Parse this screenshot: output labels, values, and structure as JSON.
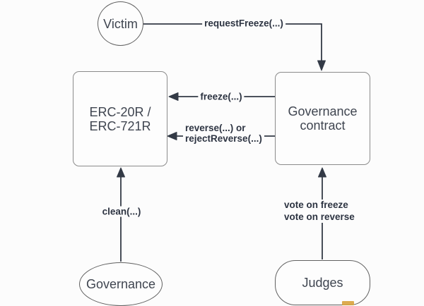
{
  "diagram": {
    "nodes": {
      "victim": {
        "label": "Victim",
        "shape": "circle"
      },
      "token": {
        "line1": "ERC-20R /",
        "line2": "ERC-721R",
        "shape": "rounded-rectangle"
      },
      "governance_contract": {
        "line1": "Governance",
        "line2": "contract",
        "shape": "rounded-rectangle"
      },
      "governance": {
        "label": "Governance",
        "shape": "ellipse"
      },
      "judges": {
        "label": "Judges",
        "shape": "stadium"
      }
    },
    "edges": {
      "request_freeze": {
        "label": "requestFreeze(...)",
        "from": "victim",
        "to": "governance_contract"
      },
      "freeze": {
        "label": "freeze(...)",
        "from": "governance_contract",
        "to": "token"
      },
      "reverse": {
        "line1": "reverse(...) or",
        "line2": "rejectReverse(...)",
        "from": "governance_contract",
        "to": "token"
      },
      "clean": {
        "label": "clean(...)",
        "from": "governance",
        "to": "token"
      },
      "vote": {
        "line1": "vote on freeze",
        "line2": "vote on reverse",
        "from": "judges",
        "to": "governance_contract"
      }
    }
  },
  "colors": {
    "background": "#fcfcfc",
    "edge": "#333a46",
    "edge_label_text": "#2d3442",
    "node_label_text": "#3f4550",
    "node_fill": "#fdfdfd",
    "node_border_rect": "#8b8b8b",
    "node_border_round": "#606060",
    "watermark": "#d8a23c"
  }
}
